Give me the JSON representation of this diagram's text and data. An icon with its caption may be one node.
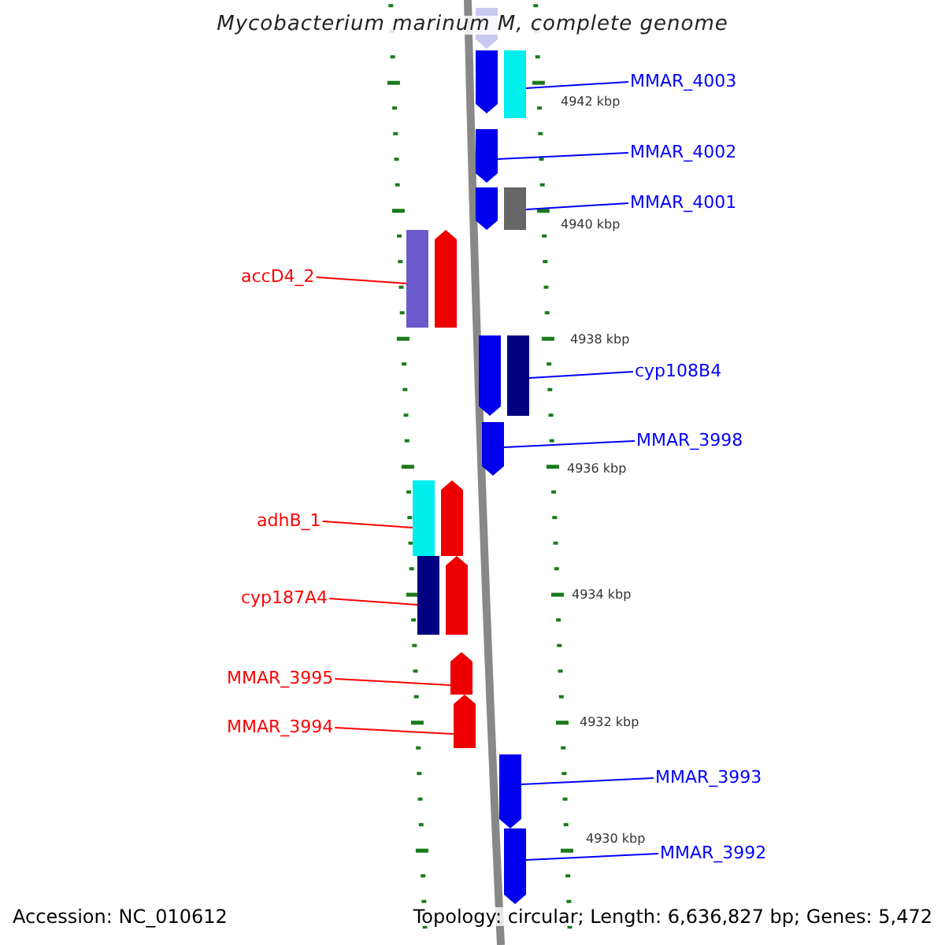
{
  "diagram": {
    "title": "Mycobacterium marinum M, complete genome",
    "nodes": [
      {
        "text": [],
        "shape": "arrow"
      },
      {
        "text": [],
        "shape": "arrow"
      },
      {
        "text": [],
        "shape": "bar"
      },
      {
        "text": [
          "MMAR_4003"
        ]
      },
      {
        "text": [],
        "shape": "arrow"
      },
      {
        "text": [
          "MMAR_4002"
        ]
      },
      {
        "text": [],
        "shape": "arrow"
      },
      {
        "text": [],
        "shape": "bar"
      },
      {
        "text": [
          "MMAR_4001"
        ]
      },
      {
        "text": [],
        "shape": "bar"
      },
      {
        "text": [],
        "shape": "arrow"
      },
      {
        "text": [
          "accD4_2"
        ]
      },
      {
        "text": [],
        "shape": "arrow"
      },
      {
        "text": [],
        "shape": "bar"
      },
      {
        "text": [
          "cyp108B4"
        ]
      },
      {
        "text": [],
        "shape": "arrow"
      },
      {
        "text": [
          "MMAR_3998"
        ]
      },
      {
        "text": [],
        "shape": "bar"
      },
      {
        "text": [],
        "shape": "arrow"
      },
      {
        "text": [
          "adhB_1"
        ]
      },
      {
        "text": [],
        "shape": "bar"
      },
      {
        "text": [],
        "shape": "arrow"
      },
      {
        "text": [
          "cyp187A4"
        ]
      },
      {
        "text": [],
        "shape": "arrow"
      },
      {
        "text": [
          "MMAR_3995"
        ]
      },
      {
        "text": [],
        "shape": "arrow"
      },
      {
        "text": [
          "MMAR_3994"
        ]
      },
      {
        "text": [],
        "shape": "arrow"
      },
      {
        "text": [
          "MMAR_3993"
        ]
      },
      {
        "text": [],
        "shape": "arrow"
      },
      {
        "text": [
          "MMAR_3992"
        ]
      }
    ],
    "edges": [
      {
        "from": 3,
        "to": 2,
        "arrow": "none"
      },
      {
        "from": 5,
        "to": 4,
        "arrow": "none"
      },
      {
        "from": 8,
        "to": 7,
        "arrow": "none"
      },
      {
        "from": 11,
        "to": 9,
        "arrow": "none",
        "color": "#ff0000"
      },
      {
        "from": 14,
        "to": 13,
        "arrow": "none"
      },
      {
        "from": 16,
        "to": 15,
        "arrow": "none"
      },
      {
        "from": 19,
        "to": 17,
        "arrow": "none",
        "color": "#ff0000"
      },
      {
        "from": 22,
        "to": 20,
        "arrow": "none",
        "color": "#ff0000"
      },
      {
        "from": 24,
        "to": 23,
        "arrow": "none",
        "color": "#ff0000"
      },
      {
        "from": 26,
        "to": 25,
        "arrow": "none",
        "color": "#ff0000"
      },
      {
        "from": 28,
        "to": 27,
        "arrow": "none"
      },
      {
        "from": 30,
        "to": 29,
        "arrow": "none"
      }
    ],
    "labels": [
      "4942 kbp",
      "4940 kbp",
      "4938 kbp",
      "4936 kbp",
      "4934 kbp",
      "4932 kbp",
      "4930 kbp",
      "Accession: NC_010612",
      "Topology: circular; Length: 6,636,827 bp; Genes: 5,472"
    ]
  }
}
